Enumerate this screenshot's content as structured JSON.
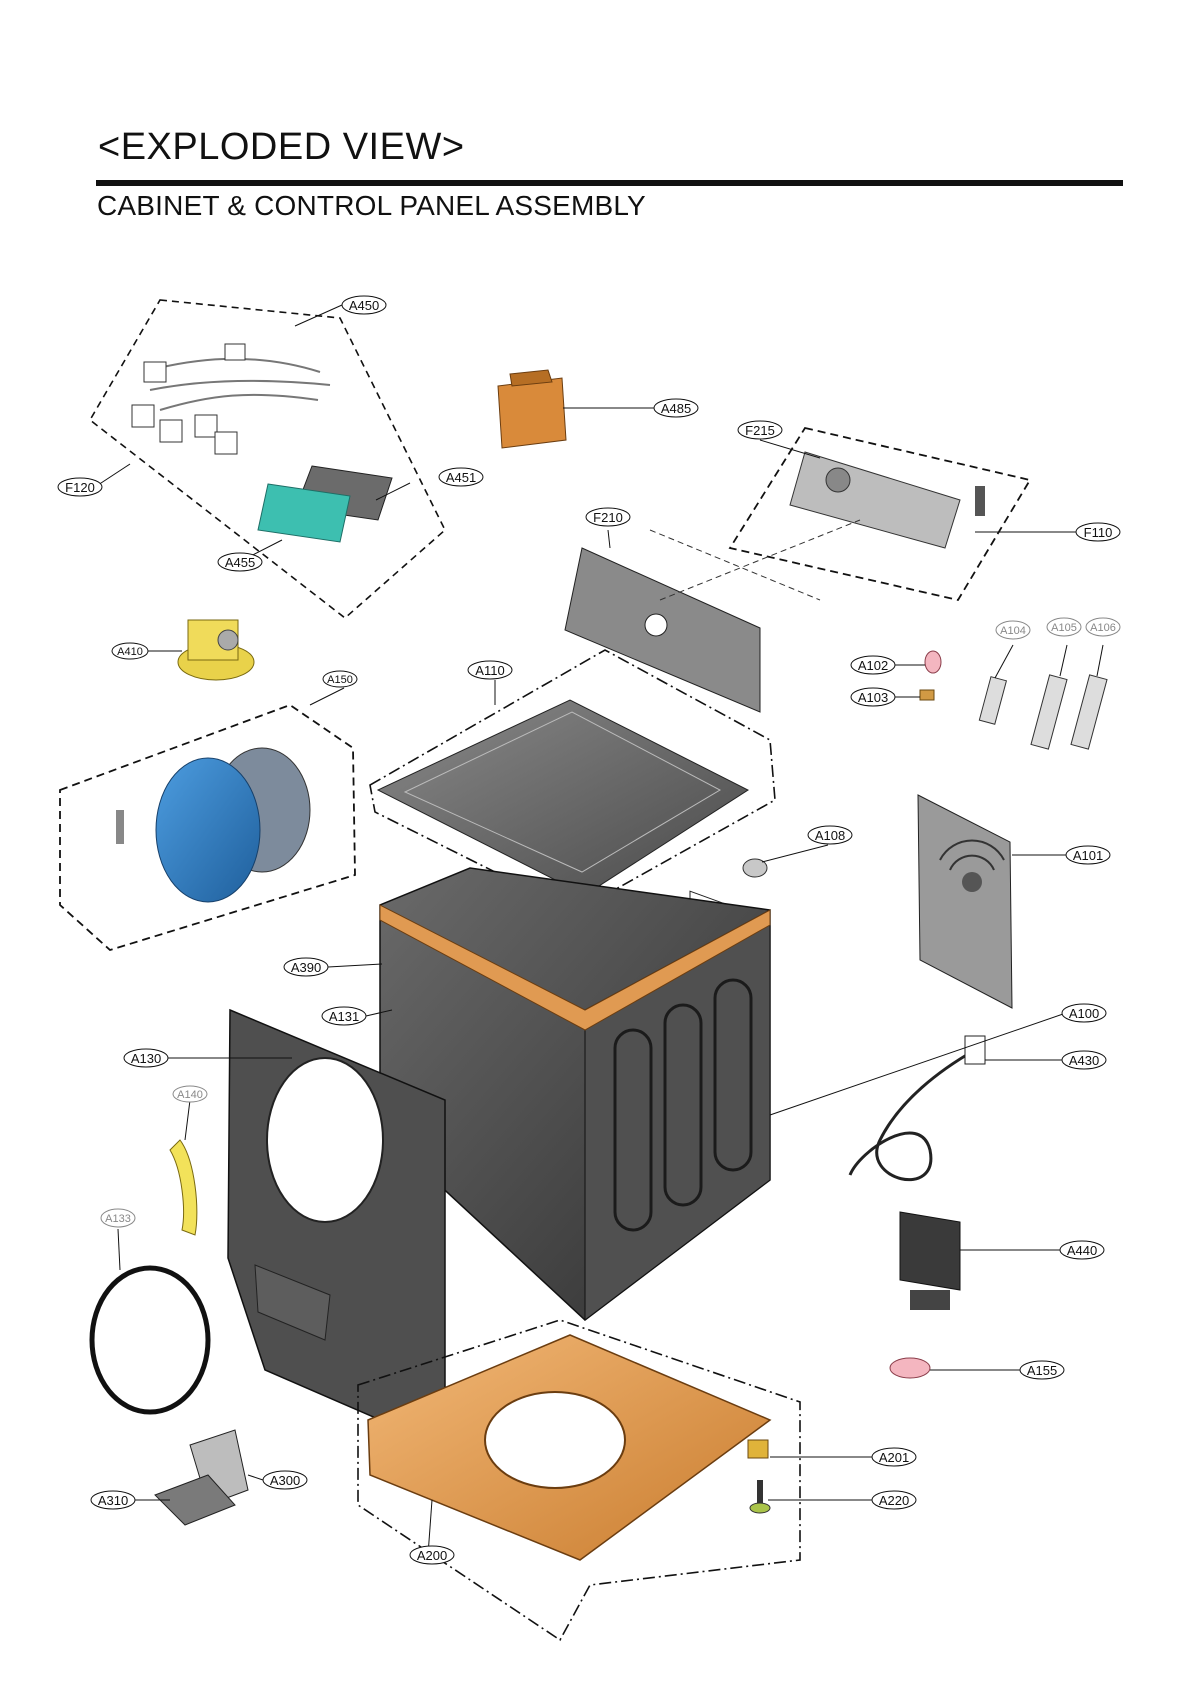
{
  "header": {
    "title": "<EXPLODED VIEW>",
    "subtitle": "CABINET & CONTROL  PANEL ASSEMBLY"
  },
  "colors": {
    "cabinet": "#4a4a4a",
    "base": "#e09a52",
    "pcb": "#3dbfb0",
    "door": "#2f7fc6",
    "gasket_strip": "#f2e25a",
    "cap_pink": "#f4b6c0",
    "line": "#111111"
  },
  "parts": {
    "A450": "A450",
    "A485": "A485",
    "F215": "F215",
    "A451": "A451",
    "F120": "F120",
    "F110": "F110",
    "F210": "F210",
    "A455": "A455",
    "A410": "A410",
    "A104": "A104",
    "A105": "A105",
    "A106": "A106",
    "A150": "A150",
    "A110": "A110",
    "A102": "A102",
    "A103": "A103",
    "A108": "A108",
    "A101": "A101",
    "A390": "A390",
    "A131": "A131",
    "A100": "A100",
    "A130": "A130",
    "A430": "A430",
    "A140": "A140",
    "A133": "A133",
    "A440": "A440",
    "A155": "A155",
    "A201": "A201",
    "A300": "A300",
    "A310": "A310",
    "A220": "A220",
    "A200": "A200"
  }
}
